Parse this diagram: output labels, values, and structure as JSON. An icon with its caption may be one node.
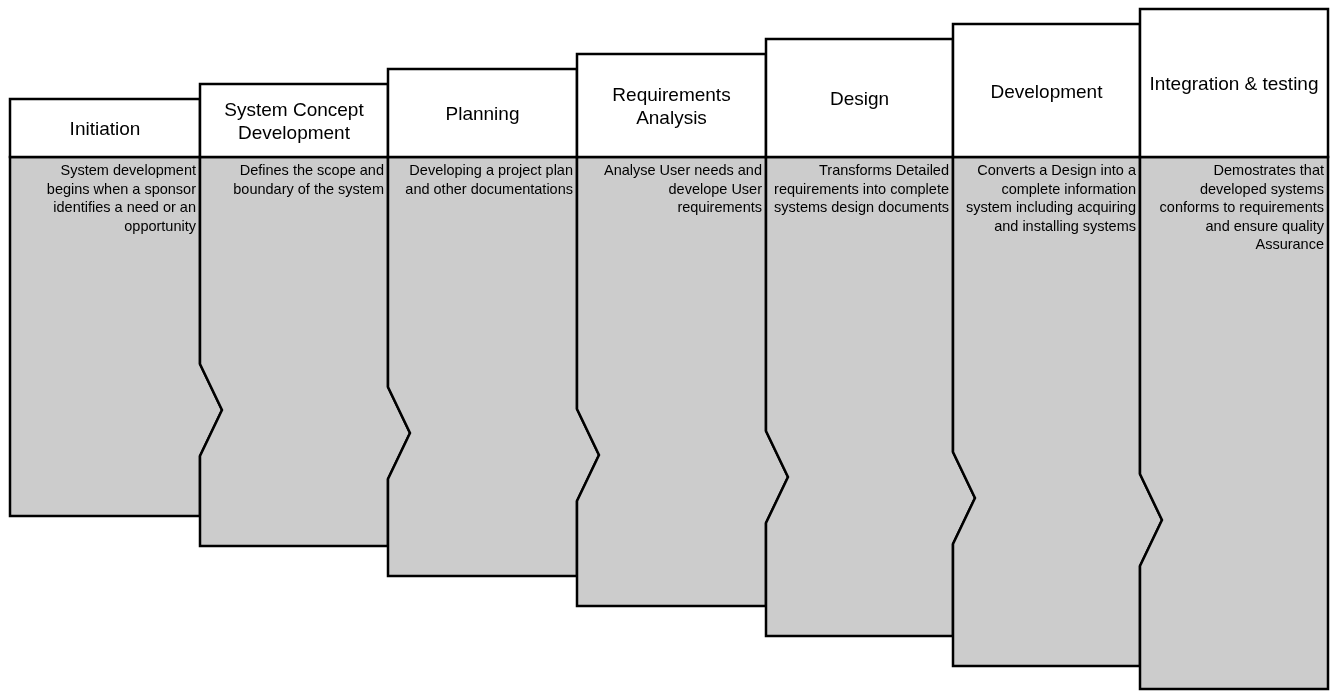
{
  "diagram": {
    "nodes": [
      {
        "text": [
          "Initiation",
          "System development begins when a sponsor identifies a need or an opportunity"
        ]
      },
      {
        "text": [
          "System Concept Development",
          "Defines the scope and boundary of the system"
        ]
      },
      {
        "text": [
          "Planning",
          "Developing a project plan and other documentations"
        ]
      },
      {
        "text": [
          "Requirements Analysis",
          "Analyse User needs and develope User requirements"
        ]
      },
      {
        "text": [
          "Design",
          "Transforms Detailed requirements into complete systems design documents"
        ]
      },
      {
        "text": [
          "Development",
          "Converts a Design into a complete information system including acquiring and installing systems"
        ]
      },
      {
        "text": [
          "Integration & testing",
          "Demostrates that developed systems conforms to requirements and ensure quality Assurance"
        ]
      }
    ]
  }
}
